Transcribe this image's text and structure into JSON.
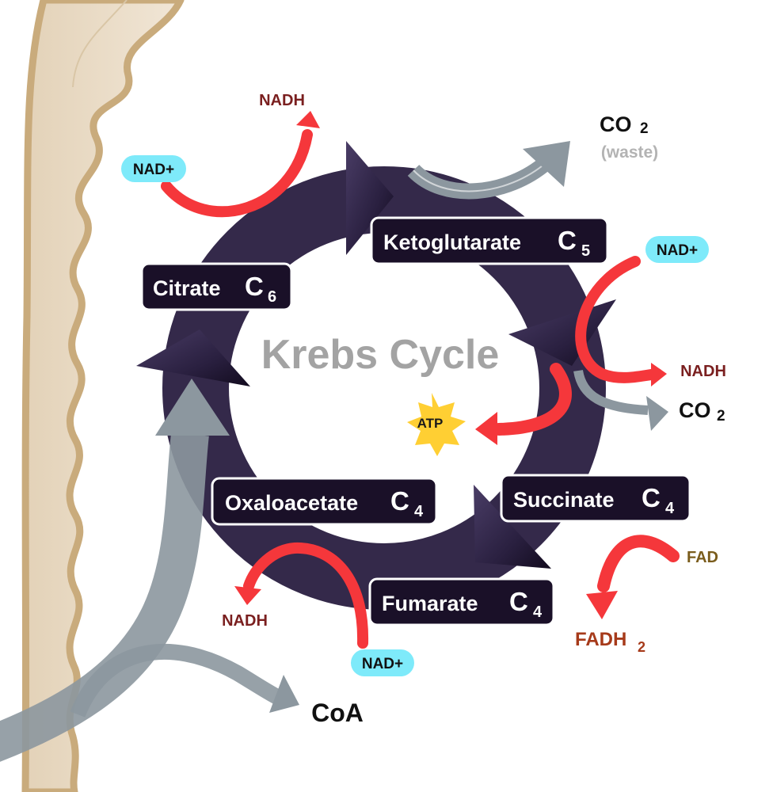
{
  "title": "Krebs Cycle",
  "molecules": {
    "citrate": {
      "name": "Citrate",
      "c": "C",
      "n": "6"
    },
    "ketoglutarate": {
      "name": "Ketoglutarate",
      "c": "C",
      "n": "5"
    },
    "succinate": {
      "name": "Succinate",
      "c": "C",
      "n": "4"
    },
    "fumarate": {
      "name": "Fumarate",
      "c": "C",
      "n": "4"
    },
    "oxaloacetate": {
      "name": "Oxaloacetate",
      "c": "C",
      "n": "4"
    }
  },
  "inputs": {
    "nad_1": "NAD+",
    "nad_2": "NAD+",
    "nad_3": "NAD+",
    "fad": "FAD"
  },
  "outputs": {
    "nadh_1": "NADH",
    "nadh_2": "NADH",
    "nadh_3": "NADH",
    "co2_1": {
      "c": "CO",
      "n": "2",
      "note": "(waste)"
    },
    "co2_2": {
      "c": "CO",
      "n": "2"
    },
    "atp": "ATP",
    "fadh2": {
      "c": "FADH",
      "n": "2"
    },
    "coa": "CoA"
  },
  "colors": {
    "cycle": "#34294a",
    "molecule_box": "#1a1028",
    "red_arrow": "#f5373b",
    "gray_arrow": "#8c979f",
    "nad_badge": "#7eeafa",
    "atp_star": "#ffcf33",
    "nadh_text": "#7a1f1f",
    "fad_text": "#7a5c1c",
    "fadh2_text": "#a63a1a",
    "title_text": "#a3a3a3",
    "membrane_fill": "#ecdfcc",
    "membrane_border": "#c9ab7c"
  }
}
